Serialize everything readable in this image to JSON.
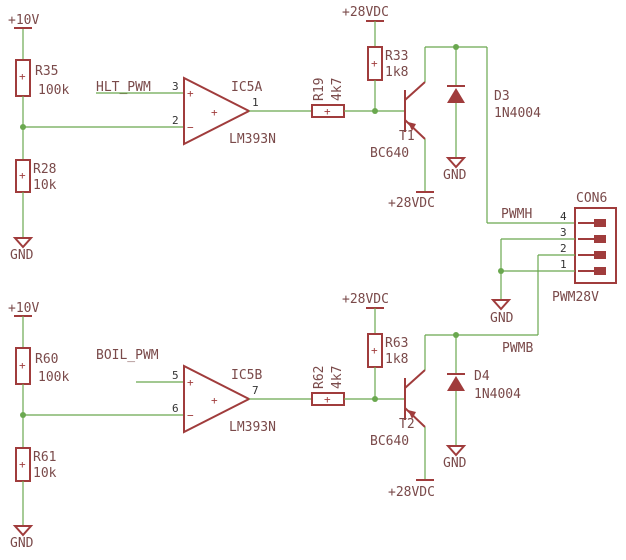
{
  "supplies": {
    "v10": "+10V",
    "v28": "+28VDC",
    "gnd": "GND"
  },
  "top": {
    "r35": {
      "name": "R35",
      "value": "100k"
    },
    "r28": {
      "name": "R28",
      "value": "10k"
    },
    "net_in": "HLT_PWM",
    "comp": {
      "name": "IC5A",
      "part": "LM393N",
      "pin_plus": "3",
      "pin_minus": "2",
      "pin_out": "1"
    },
    "r19": {
      "name": "R19",
      "value": "4k7"
    },
    "r33": {
      "name": "R33",
      "value": "1k8"
    },
    "q": {
      "name": "T1",
      "part": "BC640"
    },
    "d": {
      "name": "D3",
      "part": "1N4004"
    },
    "net_out": "PWMH"
  },
  "bottom": {
    "r60": {
      "name": "R60",
      "value": "100k"
    },
    "r61": {
      "name": "R61",
      "value": "10k"
    },
    "net_in": "BOIL_PWM",
    "comp": {
      "name": "IC5B",
      "part": "LM393N",
      "pin_plus": "5",
      "pin_minus": "6",
      "pin_out": "7"
    },
    "r62": {
      "name": "R62",
      "value": "4k7"
    },
    "r63": {
      "name": "R63",
      "value": "1k8"
    },
    "q": {
      "name": "T2",
      "part": "BC640"
    },
    "d": {
      "name": "D4",
      "part": "1N4004"
    },
    "net_out": "PWMB"
  },
  "connector": {
    "name": "CON6",
    "value": "PWM28V",
    "pins": [
      "4",
      "3",
      "2",
      "1"
    ]
  },
  "symbols": {
    "plus": "+",
    "minus": "−"
  }
}
